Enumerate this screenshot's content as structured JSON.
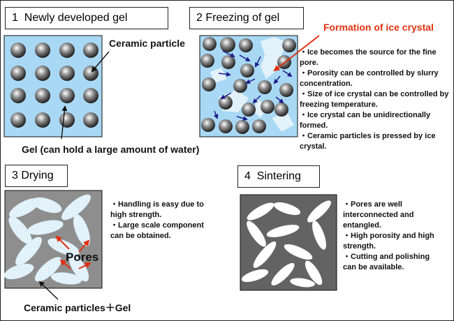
{
  "steps": {
    "step1": {
      "number": "1",
      "title": "Newly developed gel"
    },
    "step2": {
      "number": "2",
      "title": "Freezing of gel"
    },
    "step3": {
      "number": "3",
      "title": "Drying"
    },
    "step4": {
      "number": "4",
      "title": "Sintering"
    }
  },
  "labels": {
    "ceramic_particle": "Ceramic particle",
    "gel": "Gel (can hold a large amount of water)",
    "formation": "Formation of ice crystal",
    "pores": "Pores",
    "ceramic_gel": "Ceramic particles＋Gel"
  },
  "notes": {
    "freezing": [
      "・Ice becomes  the source for the fine pore.",
      "・Porosity can be controlled by slurry concentration.",
      "・Size of ice crystal can be controlled by freezing temperature.",
      "・Ice crystal can be unidirectionally formed.",
      "・Ceramic particles is pressed by ice crystal."
    ],
    "drying": [
      "・Handling is easy due to high strength.",
      "・Large scale component can be obtained."
    ],
    "sintering": [
      "・Pores are well interconnected and entangled.",
      "・High porosity and high strength.",
      "・Cutting and polishing can be available."
    ]
  },
  "colors": {
    "gel_blue": "#a8d8f4",
    "ice_blue": "#dceffa",
    "dried_gray": "#8c8c8c",
    "sintered_gray": "#636363",
    "arrow_navy": "#1c1c8c",
    "accent_red": "#e03010"
  }
}
